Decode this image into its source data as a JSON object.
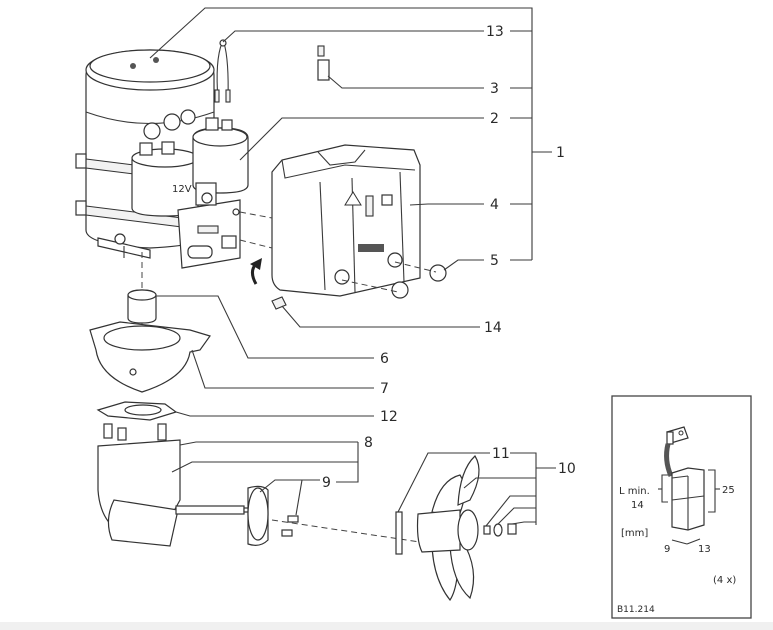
{
  "diagram": {
    "type": "exploded-parts-drawing",
    "callouts": [
      {
        "id": "1",
        "label": "1",
        "group": "assembly",
        "members": [
          "13",
          "3",
          "2",
          "4",
          "5"
        ]
      },
      {
        "id": "2",
        "label": "2"
      },
      {
        "id": "3",
        "label": "3"
      },
      {
        "id": "4",
        "label": "4"
      },
      {
        "id": "5",
        "label": "5"
      },
      {
        "id": "6",
        "label": "6"
      },
      {
        "id": "7",
        "label": "7"
      },
      {
        "id": "8",
        "label": "8",
        "group": "assembly",
        "members": [
          "9"
        ]
      },
      {
        "id": "9",
        "label": "9"
      },
      {
        "id": "10",
        "label": "10",
        "group": "assembly",
        "members": [
          "11"
        ]
      },
      {
        "id": "11",
        "label": "11"
      },
      {
        "id": "12",
        "label": "12"
      },
      {
        "id": "13",
        "label": "13"
      },
      {
        "id": "14",
        "label": "14"
      }
    ],
    "motor_marking": "12V"
  },
  "inset": {
    "title": "carbon brush detail",
    "l_min_label": "L min.",
    "l_min_value": "14",
    "length_value": "25",
    "unit_label": "[mm]",
    "width_value": "9",
    "depth_value": "13",
    "quantity_label": "(4 x)",
    "figure_code": "B11.214"
  }
}
